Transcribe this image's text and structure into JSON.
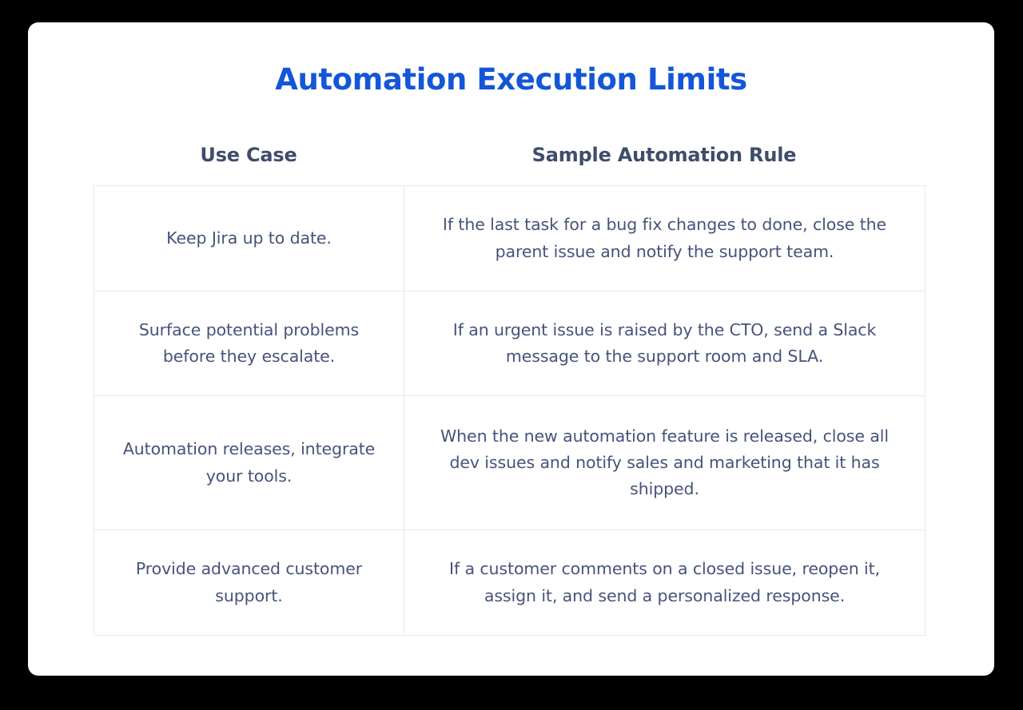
{
  "page": {
    "title": "Automation Execution Limits",
    "background_color": "#000000",
    "card_background": "#ffffff",
    "title_color": "#1456d8",
    "header_text_color": "#3f4c6b",
    "cell_text_color": "#46537a",
    "border_color": "#e9e9ee"
  },
  "table": {
    "columns": [
      {
        "key": "use_case",
        "label": "Use Case"
      },
      {
        "key": "rule",
        "label": "Sample Automation Rule"
      }
    ],
    "rows": [
      {
        "use_case": "Keep Jira up to date.",
        "rule": "If the last task for a bug fix changes to done, close the parent issue and notify the support team."
      },
      {
        "use_case": "Surface potential problems before they escalate.",
        "rule": "If an urgent issue is raised by the CTO, send a Slack message to the support room and SLA."
      },
      {
        "use_case": "Automation releases, integrate your tools.",
        "rule": "When the new automation feature is released, close all dev issues and notify sales and marketing that it has shipped."
      },
      {
        "use_case": "Provide advanced customer support.",
        "rule": "If a customer comments on a closed issue, reopen it, assign it, and send a personalized response."
      }
    ]
  }
}
